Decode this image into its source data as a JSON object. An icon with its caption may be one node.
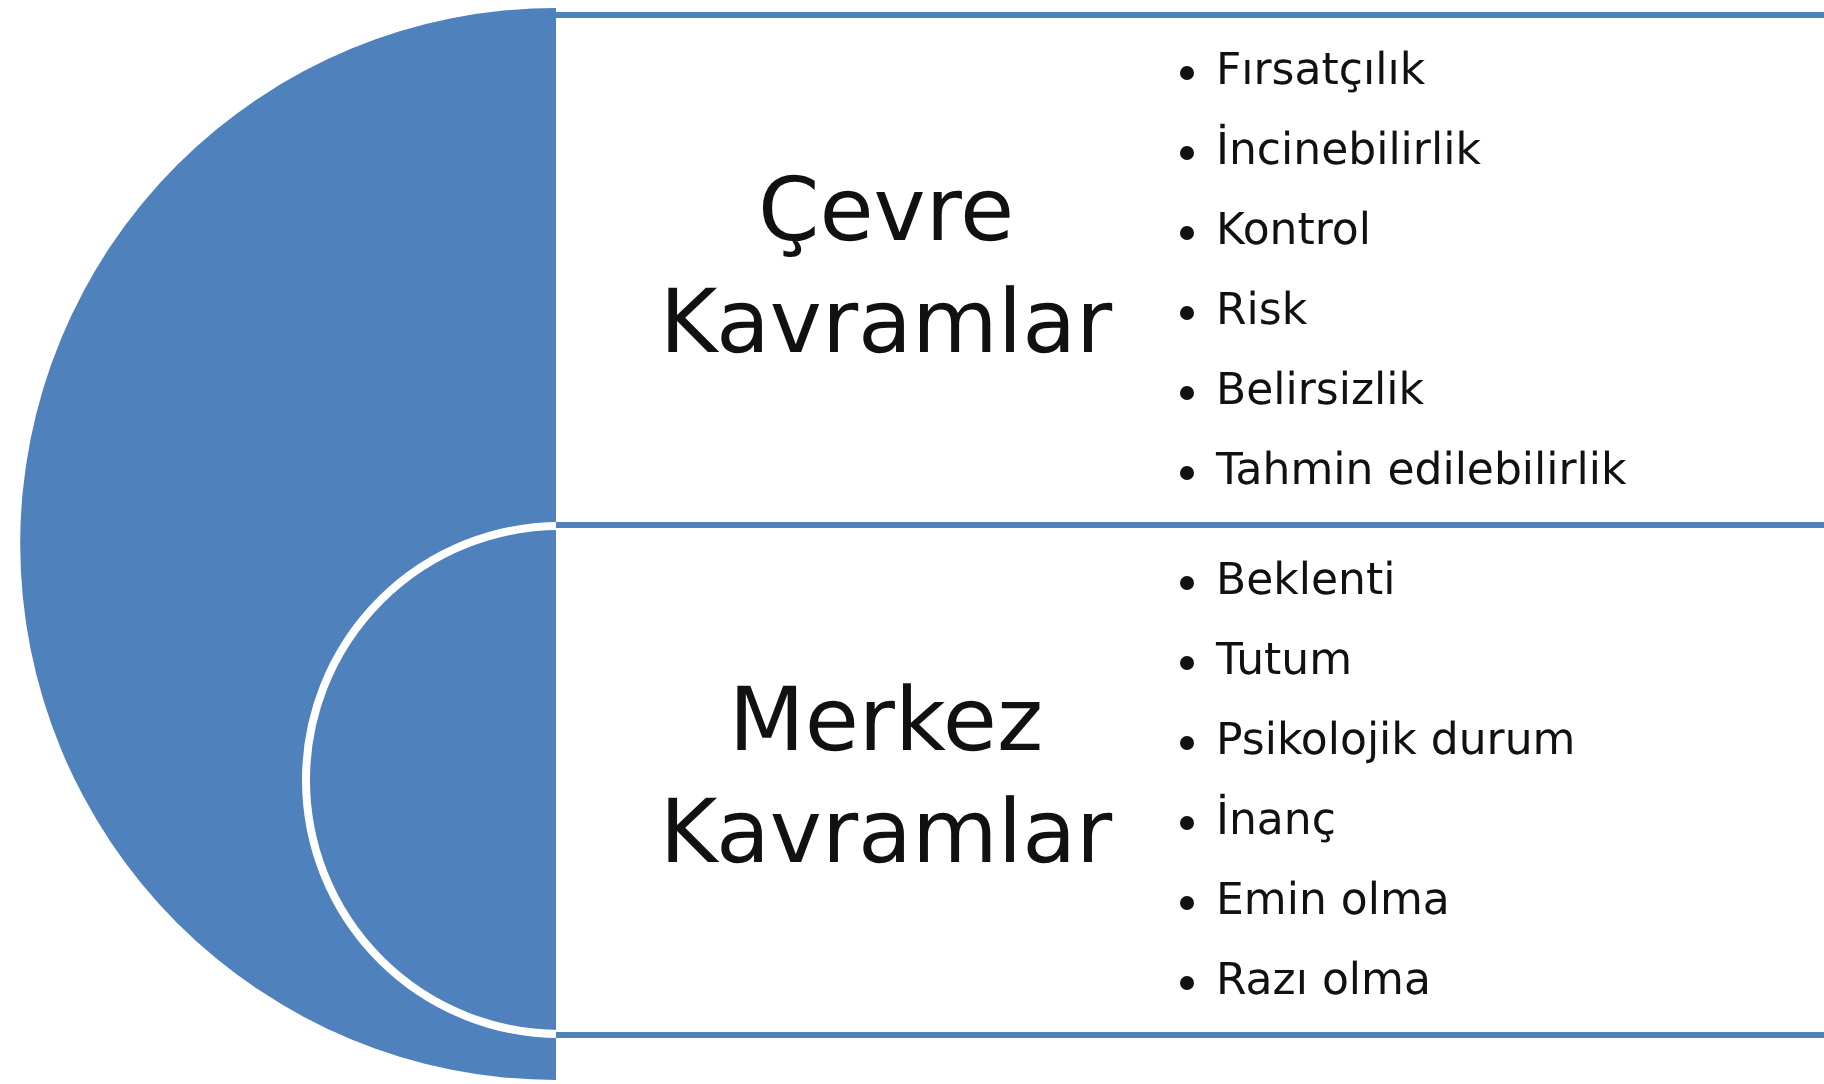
{
  "diagram": {
    "nodes": [
      {
        "text": [
          "Çevre Kavramlar",
          "Fırsatçılık",
          "İncinebilirlik",
          "Kontrol",
          "Risk",
          "Belirsizlik",
          "Tahmin edilebilirlik"
        ]
      },
      {
        "text": [
          "Merkez Kavramlar",
          "Beklenti",
          "Tutum",
          "Psikolojik durum",
          "İnanç",
          "Emin olma",
          "Razı olma"
        ]
      }
    ]
  }
}
